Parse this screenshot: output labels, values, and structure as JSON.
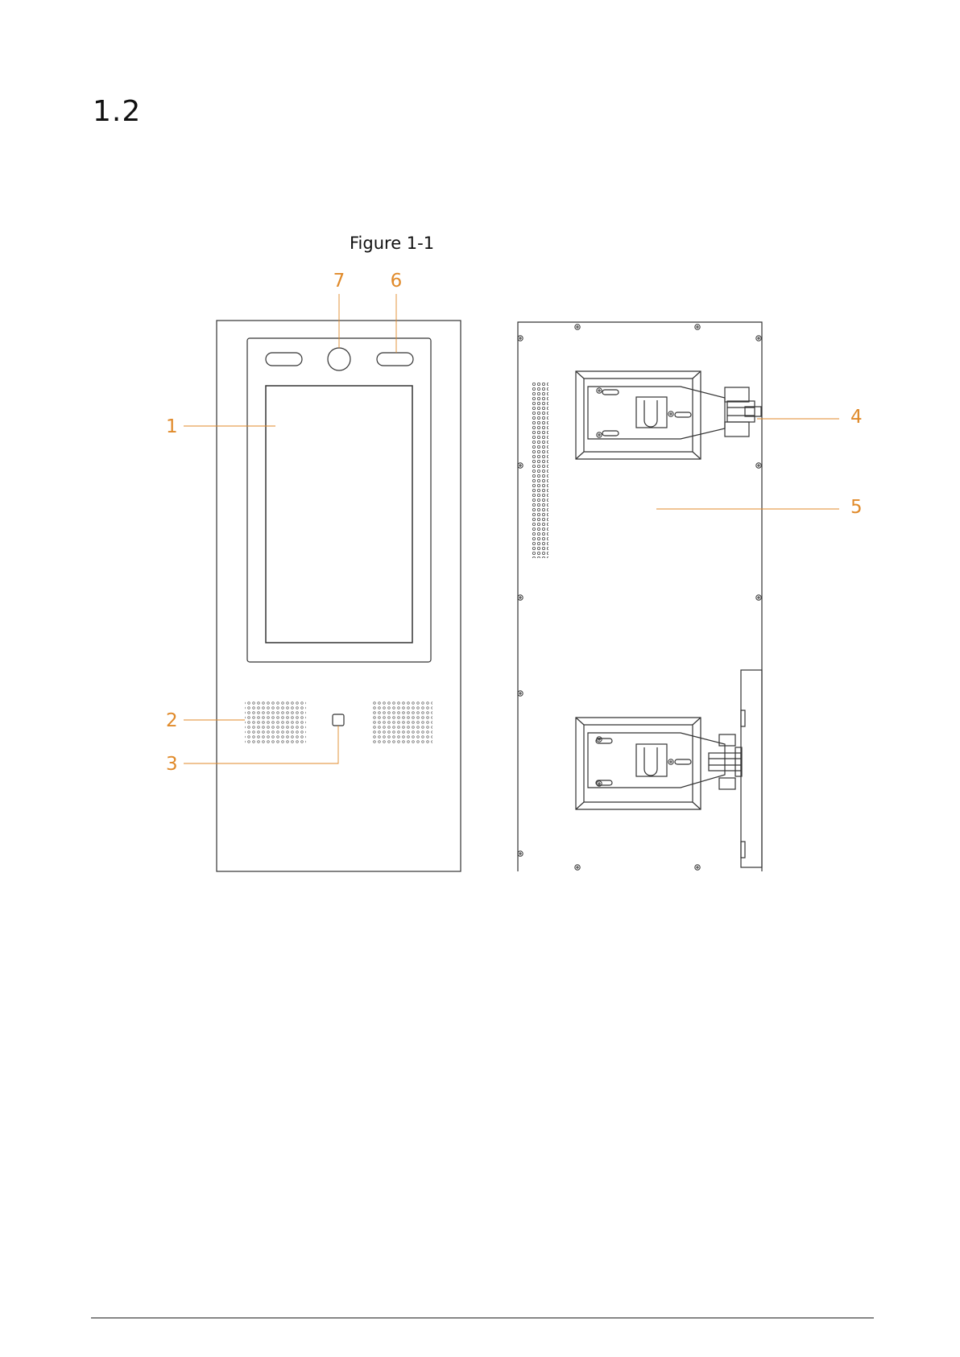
{
  "section": {
    "number": "1.2"
  },
  "figure": {
    "caption": "Figure 1-1",
    "callouts": [
      {
        "id": "callout-1",
        "label": "1"
      },
      {
        "id": "callout-2",
        "label": "2"
      },
      {
        "id": "callout-3",
        "label": "3"
      },
      {
        "id": "callout-4",
        "label": "4"
      },
      {
        "id": "callout-5",
        "label": "5"
      },
      {
        "id": "callout-6",
        "label": "6"
      },
      {
        "id": "callout-7",
        "label": "7"
      }
    ]
  },
  "colors": {
    "callout": "#e08a2a",
    "line_art": "#333333",
    "text": "#111111"
  }
}
